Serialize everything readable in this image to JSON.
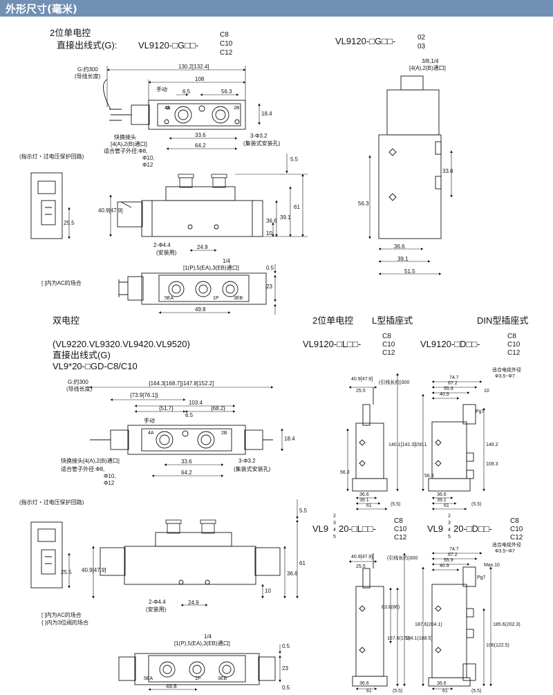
{
  "header": {
    "title": "外形尺寸(毫米)"
  },
  "s1": {
    "title": "2位单电控",
    "line": "直接出线式(G):",
    "model": "VL9120-□G□□-",
    "opts": [
      "C8",
      "C10",
      "C12"
    ],
    "model2": "VL9120-□G□□-",
    "opts2": [
      "02",
      "03"
    ],
    "note": "[ ]内为AC的场合",
    "indicator": "(指示灯・过电压保护回路)",
    "lead": [
      "G:约300",
      "(导线长度)"
    ],
    "manual": "手动",
    "quick": [
      "快换接头",
      "[4(A),2(B)通口]",
      "适合管子外径:Φ8,",
      "Φ10,",
      "Φ12"
    ],
    "hole": [
      "3-Φ3.2",
      "(集装式安装孔)"
    ],
    "mount": [
      "2-Φ4.4",
      "(安装用)"
    ],
    "port_top": [
      "1/4",
      "[1(P),5(EA),3(EB)通口]"
    ],
    "port_side": [
      "3/8,1/4",
      "[4(A),2(B)通口]"
    ],
    "ports": [
      "4A",
      "2B",
      "5EA",
      "1P",
      "3EB"
    ],
    "dims": [
      "130.2[132.4]",
      "108",
      "6.5",
      "56.3",
      "18.4",
      "33.6",
      "64.2",
      "5.5",
      "40.9[47.9]",
      "25.5",
      "36.6",
      "39.1",
      "61",
      "10",
      "24.9",
      "23",
      "0.5",
      "49.8",
      "33.6",
      "56.3",
      "36.6",
      "39.1",
      "51.5"
    ]
  },
  "s2": {
    "title": "双电控",
    "series": "(VL9220.VL9320.VL9420.VL9520)",
    "line": "直接出线式(G)",
    "model": "VL9*20-□GD-C8/C10",
    "note": [
      "[ ]内为AC的场合",
      "{ }内为3位阀的场合"
    ],
    "indicator": "(指示灯・过电压保护回路)",
    "lead": [
      "G:约300",
      "(导线长度)"
    ],
    "manual": "手动",
    "quick": [
      "快换接头[4(A),2(B)通口]",
      "适合管子外径:Φ8,",
      "Φ10,",
      "Φ12"
    ],
    "hole": [
      "3-Φ3.2",
      "(集装式安装孔)"
    ],
    "mount": [
      "2-Φ4.4",
      "(安装用)"
    ],
    "port_top": [
      "1/4",
      "[1(P),5(EA),3(EB)通口]"
    ],
    "ports": [
      "4A",
      "2B",
      "5EA",
      "1P",
      "3EB"
    ],
    "dims": [
      "{164.3[168.7]}147.8[152.2]",
      "{73.9[76.1]}",
      "103.4",
      "{51.7}",
      "{68.2}",
      "6.5",
      "18.4",
      "33.6",
      "64.2",
      "5.5",
      "40.9[47.9]",
      "25.5",
      "36.6",
      "61",
      "10",
      "24.9",
      "0.5",
      "23",
      "49.8"
    ]
  },
  "s3": {
    "title": "2位单电控",
    "l_type": "L型插座式",
    "din_type": "DIN型插座式",
    "model_l": "VL9120-□L□□-",
    "model_d": "VL9120-□D□□-",
    "opts": [
      "C8",
      "C10",
      "C12"
    ],
    "cable": [
      "适合电缆外径",
      "Φ3.5~Φ7"
    ],
    "lead": "(引线长约)300",
    "dims_l": [
      "40.9[47.9]",
      "25.5",
      "140.1[142.3]",
      "56.3",
      "36.6",
      "39.1",
      "61",
      "(5.5)"
    ],
    "dims_d": [
      "74.7",
      "67.2",
      "55.9",
      "40.9",
      "10",
      "Pg7",
      "150.1",
      "149.2",
      "109.3",
      "56.3",
      "36.6",
      "39.1",
      "61",
      "(5.5)"
    ]
  },
  "s4": {
    "model_l": "VL9",
    "model_l2": "20-□L□□-",
    "model_d": "VL9",
    "model_d2": "20-□D□□-",
    "nums": [
      "2",
      "3",
      "4",
      "5"
    ],
    "opts": [
      "C8",
      "C10",
      "C12"
    ],
    "cable": [
      "适合电缆外径",
      "Φ3.5~Φ7"
    ],
    "lead": "(引线长约)300",
    "dims_l": [
      "40.9[47.9]",
      "25.5",
      "83.8(86)",
      "167.6(172)",
      "184.1(188.5)",
      "36.6",
      "61",
      "(5.5)"
    ],
    "dims_d": [
      "74.7",
      "67.2",
      "55.9",
      "40.9",
      "Max.10",
      "Pg7",
      "187.6(204.1)",
      "106(122.5)",
      "185.6(202.3)",
      "36.6",
      "61",
      "(5.5)"
    ]
  }
}
